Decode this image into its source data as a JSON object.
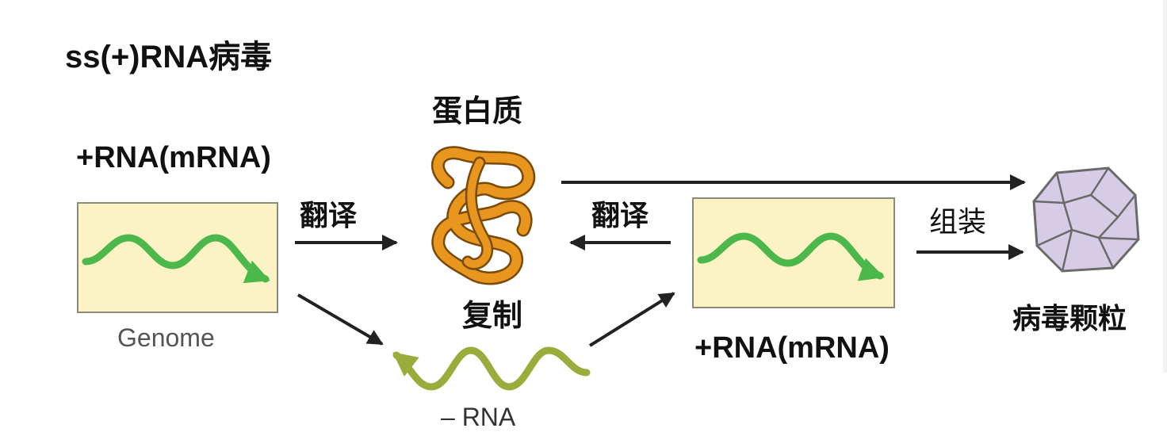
{
  "title": "ss(+)RNA病毒",
  "labels": {
    "protein": "蛋白质",
    "mrna_left": "+RNA(mRNA)",
    "translate_left": "翻译",
    "translate_right": "翻译",
    "assemble": "组装",
    "replicate": "复制",
    "virion": "病毒颗粒",
    "mrna_right": "+RNA(mRNA)",
    "genome": "Genome",
    "negative_rna": "– RNA"
  },
  "colors": {
    "box_fill": "#fbf3c4",
    "box_stroke": "#8a8a7a",
    "wave_green": "#4cb84c",
    "wave_olive": "#99ad3c",
    "protein_orange": "#e8961e",
    "capsid_fill": "#d6cce6",
    "arrow": "#222222"
  },
  "icons": {
    "protein": "folded-protein-icon",
    "virion": "icosahedral-capsid-icon"
  }
}
